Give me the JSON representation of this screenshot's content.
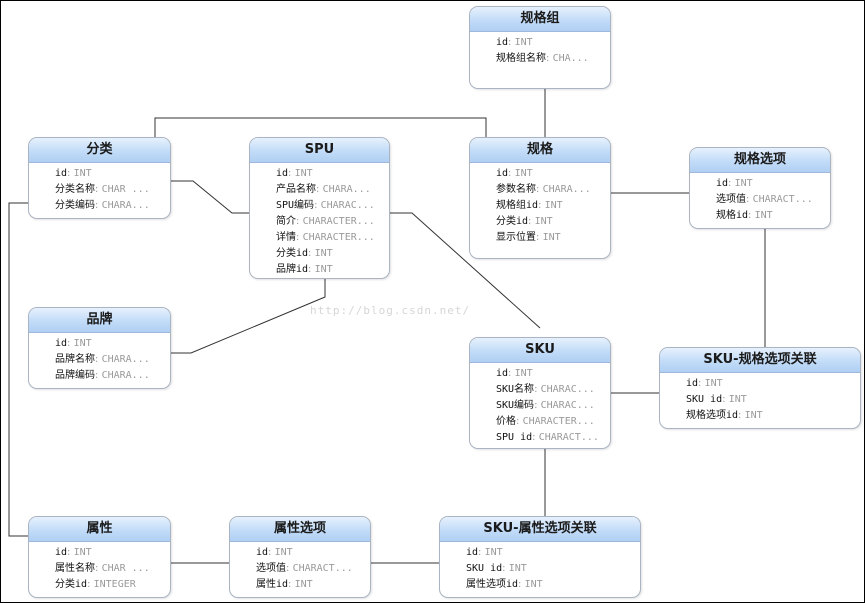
{
  "watermark": "http://blog.csdn.net/",
  "entities": {
    "spec_group": {
      "title": "规格组",
      "fields": [
        {
          "name": "id",
          "type": "INT"
        },
        {
          "name": "规格组名称",
          "type": "CHA..."
        }
      ]
    },
    "category": {
      "title": "分类",
      "fields": [
        {
          "name": "id",
          "type": "INT"
        },
        {
          "name": "分类名称",
          "type": "CHAR ..."
        },
        {
          "name": "分类编码",
          "type": "CHARA..."
        }
      ]
    },
    "spu": {
      "title": "SPU",
      "fields": [
        {
          "name": "id",
          "type": "INT"
        },
        {
          "name": "产品名称",
          "type": "CHARA..."
        },
        {
          "name": "SPU编码",
          "type": "CHARAC..."
        },
        {
          "name": "简介",
          "type": "CHARACTER..."
        },
        {
          "name": "详情",
          "type": "CHARACTER..."
        },
        {
          "name": "分类id",
          "type": "INT"
        },
        {
          "name": "品牌id",
          "type": "INT"
        }
      ]
    },
    "spec": {
      "title": "规格",
      "fields": [
        {
          "name": "id",
          "type": "INT"
        },
        {
          "name": "参数名称",
          "type": "CHARA..."
        },
        {
          "name": "规格组id",
          "type": "INT"
        },
        {
          "name": "分类id",
          "type": "INT"
        },
        {
          "name": "显示位置",
          "type": "INT"
        }
      ]
    },
    "spec_option": {
      "title": "规格选项",
      "fields": [
        {
          "name": "id",
          "type": "INT"
        },
        {
          "name": "选项值",
          "type": "CHARACT..."
        },
        {
          "name": "规格id",
          "type": "INT"
        }
      ]
    },
    "brand": {
      "title": "品牌",
      "fields": [
        {
          "name": "id",
          "type": "INT"
        },
        {
          "name": "品牌名称",
          "type": "CHARA..."
        },
        {
          "name": "品牌编码",
          "type": "CHARA..."
        }
      ]
    },
    "sku": {
      "title": "SKU",
      "fields": [
        {
          "name": "id",
          "type": "INT"
        },
        {
          "name": "SKU名称",
          "type": "CHARAC..."
        },
        {
          "name": "SKU编码",
          "type": "CHARAC..."
        },
        {
          "name": "价格",
          "type": "CHARACTER..."
        },
        {
          "name": "SPU id",
          "type": "CHARACT..."
        }
      ]
    },
    "sku_spec_rel": {
      "title": "SKU-规格选项关联",
      "fields": [
        {
          "name": "id",
          "type": "INT"
        },
        {
          "name": "SKU id",
          "type": "INT"
        },
        {
          "name": "规格选项id",
          "type": "INT"
        }
      ]
    },
    "attribute": {
      "title": "属性",
      "fields": [
        {
          "name": "id",
          "type": "INT"
        },
        {
          "name": "属性名称",
          "type": "CHAR ..."
        },
        {
          "name": "分类id",
          "type": "INTEGER"
        }
      ]
    },
    "attr_option": {
      "title": "属性选项",
      "fields": [
        {
          "name": "id",
          "type": "INT"
        },
        {
          "name": "选项值",
          "type": "CHARACT..."
        },
        {
          "name": "属性id",
          "type": "INT"
        }
      ]
    },
    "sku_attr_rel": {
      "title": "SKU-属性选项关联",
      "fields": [
        {
          "name": "id",
          "type": "INT"
        },
        {
          "name": "SKU id",
          "type": "INT"
        },
        {
          "name": "属性选项id",
          "type": "INT"
        }
      ]
    }
  }
}
